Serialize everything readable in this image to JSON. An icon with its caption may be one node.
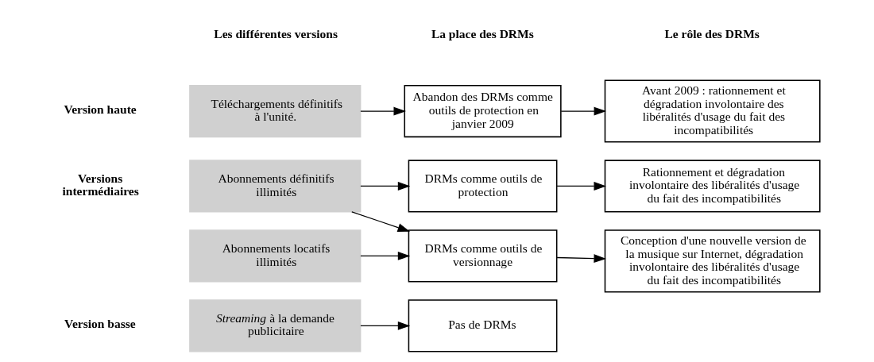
{
  "diagram": {
    "nodes": [
      {
        "text": [
          "Téléchargements définitifs à l'unité."
        ]
      },
      {
        "text": [
          "Abandon des DRMs comme outils de protection en janvier 2009"
        ]
      },
      {
        "text": [
          "Avant 2009 : rationnement et dégradation involontaire des libéralités d'usage du fait des incompatibilités"
        ]
      },
      {
        "text": [
          "Abonnements définitifs illimités"
        ]
      },
      {
        "text": [
          "DRMs comme outils de protection"
        ]
      },
      {
        "text": [
          "Rationnement et dégradation involontaire des libéralités d'usage du fait des incompatibilités"
        ]
      },
      {
        "text": [
          "Abonnements locatifs illimités"
        ]
      },
      {
        "text": [
          "DRMs comme outils de versionnage"
        ]
      },
      {
        "text": [
          "Conception d'une nouvelle version de la musique sur Internet, dégradation involontaire des libéralités d'usage du fait des incompatibilités"
        ]
      },
      {
        "text": [
          "*Streaming* à la demande publicitaire"
        ]
      },
      {
        "text": [
          "Pas de DRMs"
        ]
      }
    ],
    "edges": [
      {
        "from": 0,
        "to": 1,
        "arrow": "to"
      },
      {
        "from": 1,
        "to": 2,
        "arrow": "to"
      },
      {
        "from": 3,
        "to": 4,
        "arrow": "to"
      },
      {
        "from": 3,
        "to": 7,
        "arrow": "to"
      },
      {
        "from": 4,
        "to": 5,
        "arrow": "to"
      },
      {
        "from": 6,
        "to": 7,
        "arrow": "to"
      },
      {
        "from": 7,
        "to": 8,
        "arrow": "to"
      },
      {
        "from": 9,
        "to": 10,
        "arrow": "to"
      }
    ],
    "labels": [
      "Les différentes versions",
      "La place des DRMs",
      "Le rôle des DRMs",
      "Version haute",
      "Versions intermédiaires",
      "Version basse"
    ]
  }
}
